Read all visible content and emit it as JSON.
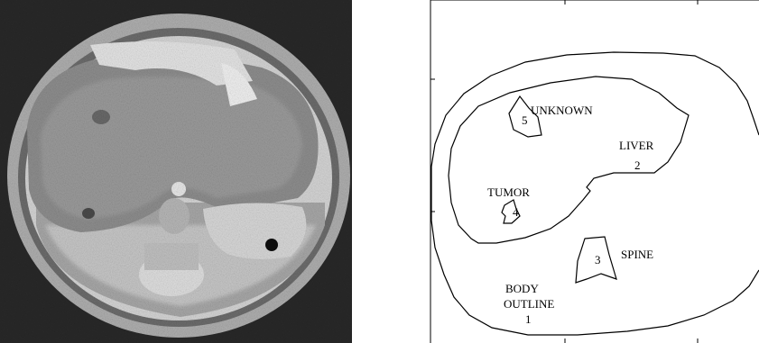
{
  "scan": {
    "image": "ct-abdomen-slice"
  },
  "segmentation": {
    "regions": [
      {
        "id": "1",
        "name_lines": [
          "BODY",
          "OUTLINE"
        ]
      },
      {
        "id": "2",
        "name_lines": [
          "LIVER"
        ]
      },
      {
        "id": "3",
        "name_lines": [
          "SPINE"
        ]
      },
      {
        "id": "4",
        "name_lines": [
          "TUMOR"
        ]
      },
      {
        "id": "5",
        "name_lines": [
          "UNKNOWN"
        ]
      }
    ]
  }
}
